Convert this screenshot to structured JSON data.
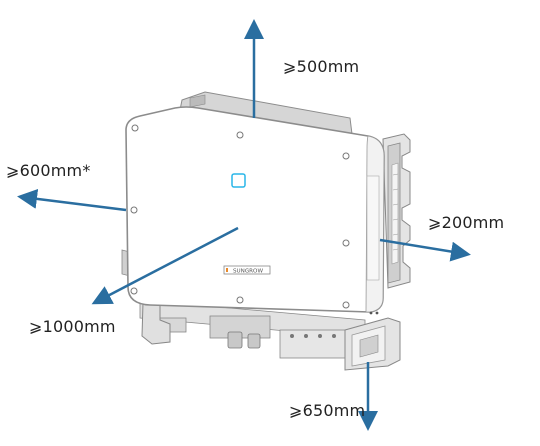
{
  "labels": {
    "top": "⩾500mm",
    "left": "⩾600mm*",
    "right": "⩾200mm",
    "front": "⩾1000mm",
    "bottom": "⩾650mm"
  },
  "brand_plate": "SUNGROW",
  "colors": {
    "arrow": "#2a6ea0",
    "body_outline": "#8c8c8c",
    "body_fill": "#ffffff",
    "bracket": "#d9d9d9",
    "indicator": "#29b6e8",
    "brand_accent": "#e8892b"
  }
}
